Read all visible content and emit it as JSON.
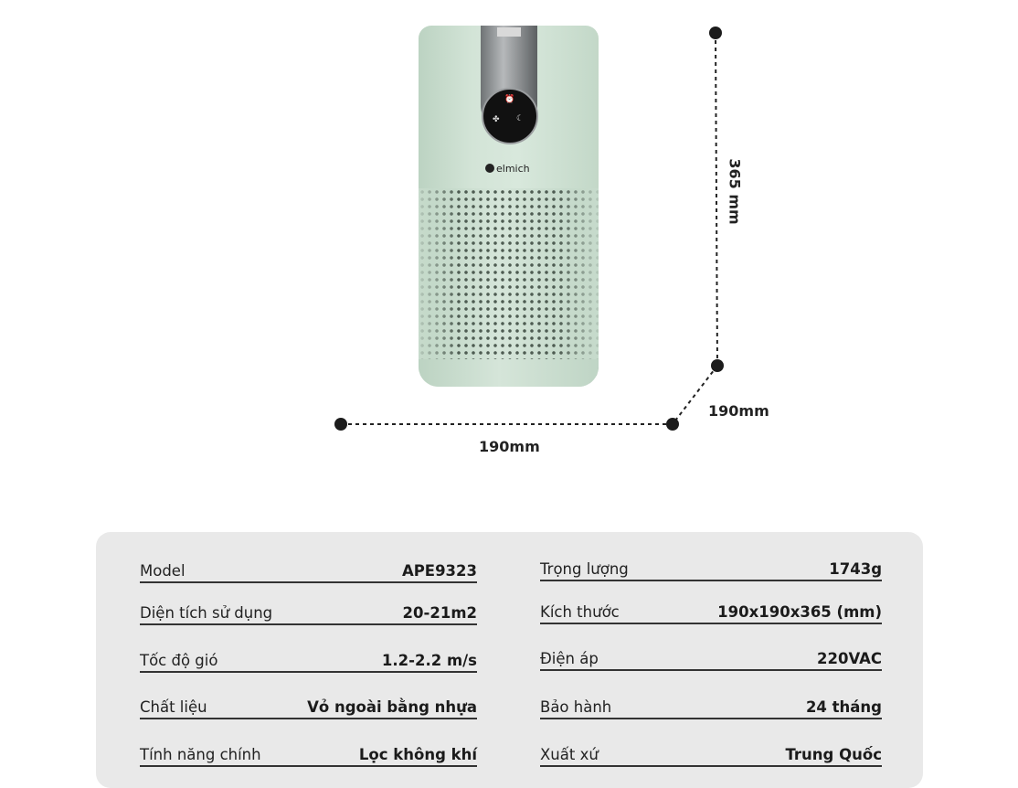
{
  "product": {
    "brand_logo": "elmich"
  },
  "dimensions": {
    "height": "365 mm",
    "depth": "190mm",
    "width": "190mm"
  },
  "specs": {
    "left": [
      {
        "label": "Model",
        "value": "APE9323"
      },
      {
        "label": "Diện tích sử dụng",
        "value": "20-21m2"
      },
      {
        "label": "Tốc độ gió",
        "value": "1.2-2.2 m/s"
      },
      {
        "label": "Chất liệu",
        "value": "Vỏ ngoài bằng nhựa"
      },
      {
        "label": "Tính năng chính",
        "value": "Lọc không khí"
      }
    ],
    "right": [
      {
        "label": "Trọng lượng",
        "value": "1743g"
      },
      {
        "label": "Kích thước",
        "value": "190x190x365 (mm)"
      },
      {
        "label": "Điện áp",
        "value": "220VAC"
      },
      {
        "label": "Bảo hành",
        "value": "24 tháng"
      },
      {
        "label": "Xuất xứ",
        "value": "Trung Quốc"
      }
    ]
  }
}
